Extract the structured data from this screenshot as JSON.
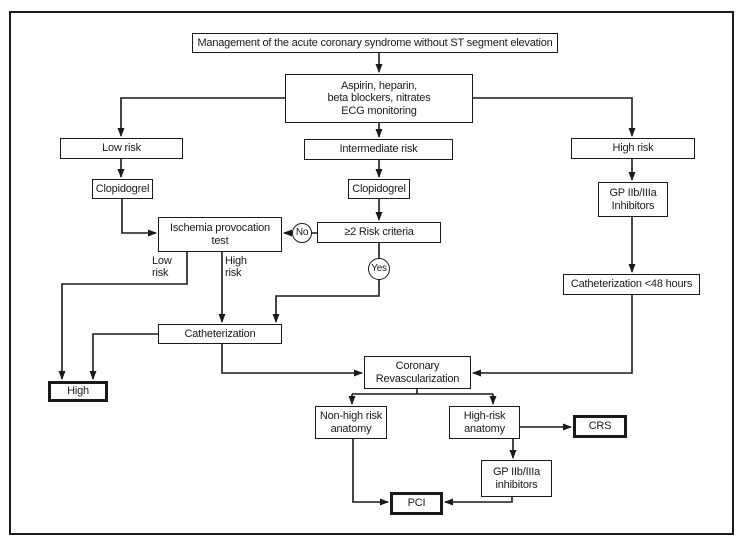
{
  "figure": {
    "nodes": {
      "title": "Management of the acute coronary syndrome without ST segment elevation",
      "initial_therapy": "Aspirin, heparin,\nbeta blockers, nitrates\nECG monitoring",
      "low_risk": "Low risk",
      "intermediate_risk": "Intermediate risk",
      "high_risk": "High risk",
      "clopidogrel_low": "Clopidogrel",
      "clopidogrel_intermediate": "Clopidogrel",
      "gp_inhibitors_high": "GP IIb/IIIa\nInhibitors",
      "ischemia_test": "Ischemia provocation\ntest",
      "risk_criteria": "≥2 Risk criteria",
      "catheterization_48h": "Catheterization <48 hours",
      "catheterization": "Catheterization",
      "high_outcome": "High",
      "coronary_revascularization": "Coronary\nRevascularization",
      "non_high_risk_anatomy": "Non-high risk\nanatomy",
      "high_risk_anatomy": "High-risk\nanatomy",
      "crs": "CRS",
      "gp_inhibitors_low": "GP IIb/IIIa\ninhibitors",
      "pci": "PCI"
    },
    "decision_labels": {
      "no": "No",
      "yes": "Yes",
      "test_result_low": "Low\nrisk",
      "test_result_high": "High\nrisk"
    },
    "colors": {
      "ink": "#1a1a1a",
      "background": "#ffffff"
    }
  }
}
